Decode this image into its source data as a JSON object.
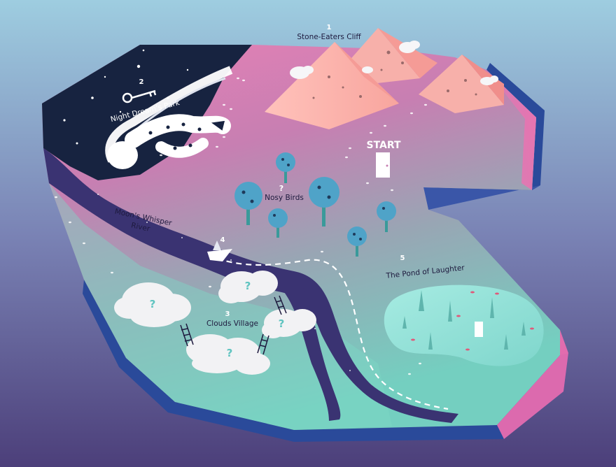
{
  "map": {
    "locations": [
      {
        "number": "1",
        "name": "Stone-Eaters Cliff"
      },
      {
        "number": "2",
        "name": "Night Dream's Park"
      },
      {
        "number": "3",
        "name": "Clouds Village"
      },
      {
        "number": "4",
        "name": ""
      },
      {
        "number": "5",
        "name": "The Pond of Laughter"
      }
    ],
    "start_label": "START",
    "nosy_birds": {
      "marker": "?",
      "name": "Nosy Birds"
    },
    "river": {
      "name_line1": "Moon's Whisper",
      "name_line2": "River"
    },
    "cloud_marker": "?"
  },
  "colors": {
    "pink": "#e879b5",
    "night": "#172340",
    "river": "#3a3372",
    "teal": "#7fd6c6",
    "cliff": "#f4a5a0",
    "tree": "#4fa3c8",
    "pond": "#8fe0d8"
  }
}
